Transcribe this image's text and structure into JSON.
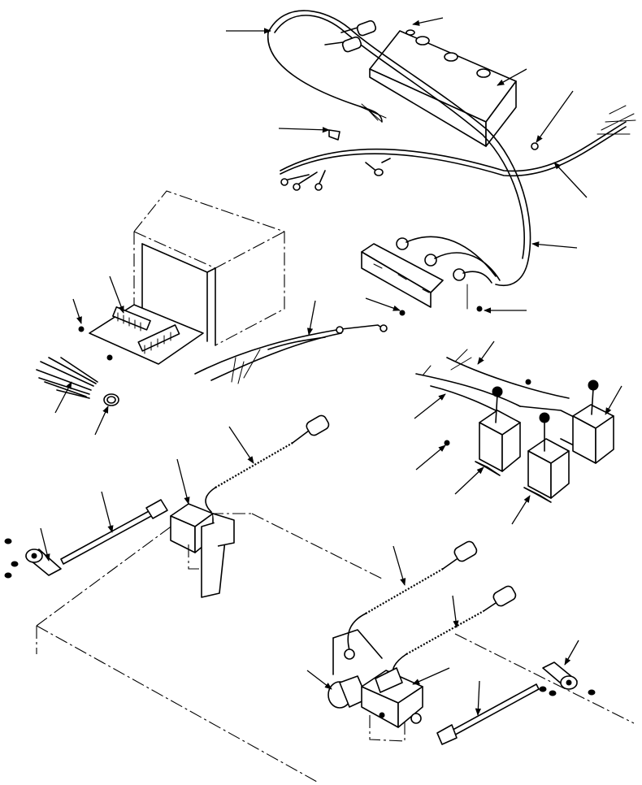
{
  "diagram": {
    "kind": "exploded parts illustration",
    "line_color": "#000000",
    "background": "#ffffff",
    "printed_text": [],
    "components": [
      "control-box",
      "main-wiring-harness",
      "electronics-enclosure",
      "circuit-board",
      "bracket-with-connectors",
      "joystick-control-left",
      "joystick-control-center",
      "joystick-control-right",
      "coiled-cable-left",
      "coiled-cable-right-upper",
      "coiled-cable-right-lower",
      "pedal-control-left",
      "pedal-control-right",
      "linkage-rod-left",
      "linkage-rod-right",
      "rod-end-left",
      "rod-end-right",
      "wire-bundle",
      "cable-clamp",
      "operator-platform"
    ]
  }
}
